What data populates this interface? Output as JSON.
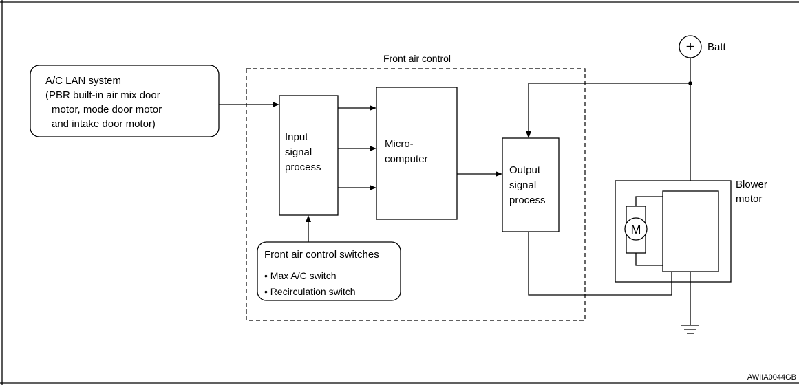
{
  "ac_lan": {
    "lines": [
      "A/C LAN system",
      "(PBR built-in air mix door",
      "motor, mode door motor",
      "and intake door motor)"
    ]
  },
  "front_air_control": {
    "title": "Front air control"
  },
  "input_block": {
    "lines": [
      "Input",
      "signal",
      "process"
    ]
  },
  "micro_block": {
    "lines": [
      "Micro-",
      "computer"
    ]
  },
  "output_block": {
    "lines": [
      "Output",
      "signal",
      "process"
    ]
  },
  "switches": {
    "title": "Front air control switches",
    "items": [
      "• Max A/C switch",
      "• Recirculation switch"
    ]
  },
  "battery": {
    "symbol": "+",
    "label": "Batt"
  },
  "blower": {
    "lines": [
      "Blower",
      "motor"
    ],
    "motor_symbol": "M"
  },
  "figure_code": "AWIIA0044GB"
}
